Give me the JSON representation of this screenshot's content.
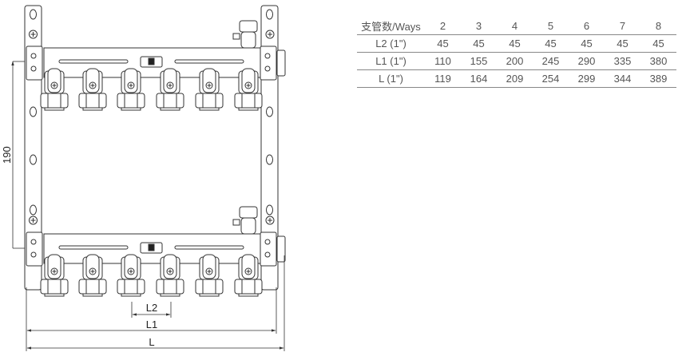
{
  "drawing": {
    "dim_height": "190",
    "dim_l2": "L2",
    "dim_l1": "L1",
    "dim_l": "L",
    "outlets_per_manifold": 6,
    "line_color": "#333333"
  },
  "table": {
    "header": [
      "支管数/Ways",
      "2",
      "3",
      "4",
      "5",
      "6",
      "7",
      "8"
    ],
    "rows": [
      [
        "L2 (1\")",
        "45",
        "45",
        "45",
        "45",
        "45",
        "45",
        "45"
      ],
      [
        "L1 (1\")",
        "110",
        "155",
        "200",
        "245",
        "290",
        "335",
        "380"
      ],
      [
        "L (1\")",
        "119",
        "164",
        "209",
        "254",
        "299",
        "344",
        "389"
      ]
    ]
  }
}
